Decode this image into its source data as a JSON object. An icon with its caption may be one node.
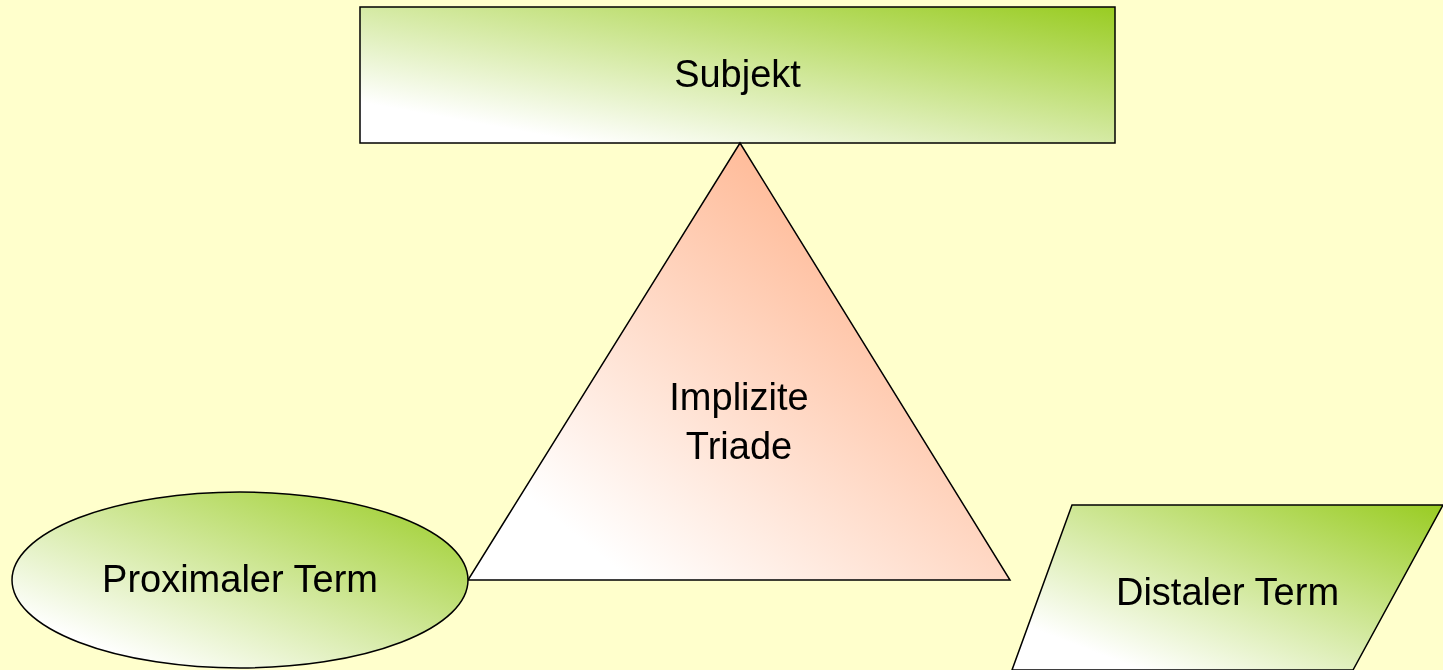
{
  "diagram": {
    "nodes": [
      {
        "text": [
          "Subjekt"
        ]
      },
      {
        "text": [
          "Implizite Triade"
        ]
      },
      {
        "text": [
          "Proximaler Term"
        ]
      },
      {
        "text": [
          "Distaler Term"
        ]
      }
    ]
  }
}
